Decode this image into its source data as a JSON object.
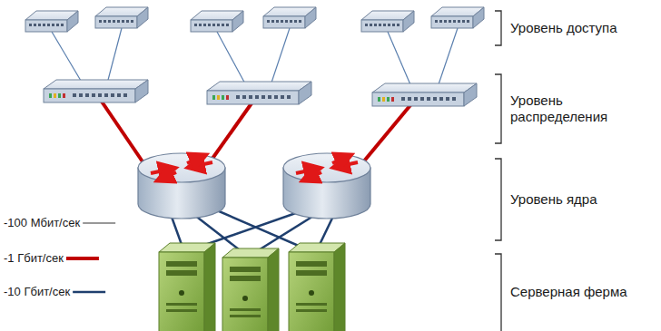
{
  "diagram": {
    "labels": [
      "Уровень доступа",
      "Уровень распределения",
      "Уровень ядра",
      "Серверная ферма"
    ],
    "legend": [
      {
        "text": "-100 Мбит/сек"
      },
      {
        "text": "-1 Гбит/сек"
      },
      {
        "text": "-10 Гбит/сек"
      }
    ]
  }
}
